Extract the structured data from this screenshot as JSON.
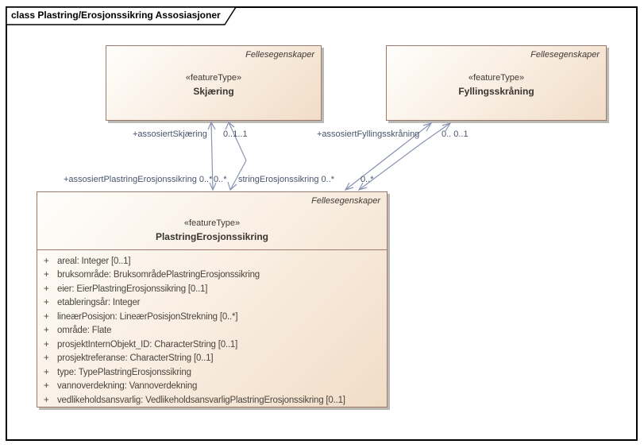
{
  "diagram": {
    "title": "class Plastring/Erosjonssikring Assosiasjoner"
  },
  "classes": {
    "skjaering": {
      "package": "Fellesegenskaper",
      "stereotype": "«featureType»",
      "name": "Skjæring"
    },
    "fyllingsskraning": {
      "package": "Fellesegenskaper",
      "stereotype": "«featureType»",
      "name": "Fyllingsskråning"
    },
    "plastring": {
      "package": "Fellesegenskaper",
      "stereotype": "«featureType»",
      "name": "PlastringErosjonssikring",
      "visibility": "+",
      "attributes": [
        "areal: Integer [0..1]",
        "bruksområde: BruksområdePlastringErosjonssikring",
        "eier: EierPlastringErosjonssikring [0..1]",
        "etableringsår: Integer",
        "lineærPosisjon: LineærPosisjonStrekning [0..*]",
        "område: Flate",
        "prosjektInternObjekt_ID: CharacterString [0..1]",
        "prosjektreferanse: CharacterString [0..1]",
        "type: TypePlastringErosjonssikring",
        "vannoverdekning: Vannoverdekning",
        "vedlikeholdsansvarlig: VedlikeholdsansvarligPlastringErosjonssikring [0..1]"
      ]
    }
  },
  "associations": {
    "skjaering_role": "+assosiertSkjæring",
    "skjaering_mult": "0..1..1",
    "fylling_role": "+assosiertFyllingsskråning",
    "fylling_mult": "0.. 0..1",
    "plastring_role_1": "+assosiertPlastringErosjonssikring 0..*",
    "plastring_mult_1": "0..*",
    "plastring_role_2": "stringErosjonssikring 0..*",
    "plastring_mult_2": "0..*"
  },
  "colors": {
    "box_border": "#9e7a6c",
    "box_fill_light": "#fffefb",
    "box_fill_dark": "#f1dcc7",
    "box_shadow": "#bcb8b4",
    "association_line": "#8994b2",
    "association_text": "#49536b",
    "attribute_text": "#4a443c",
    "frame_border": "#000000"
  }
}
